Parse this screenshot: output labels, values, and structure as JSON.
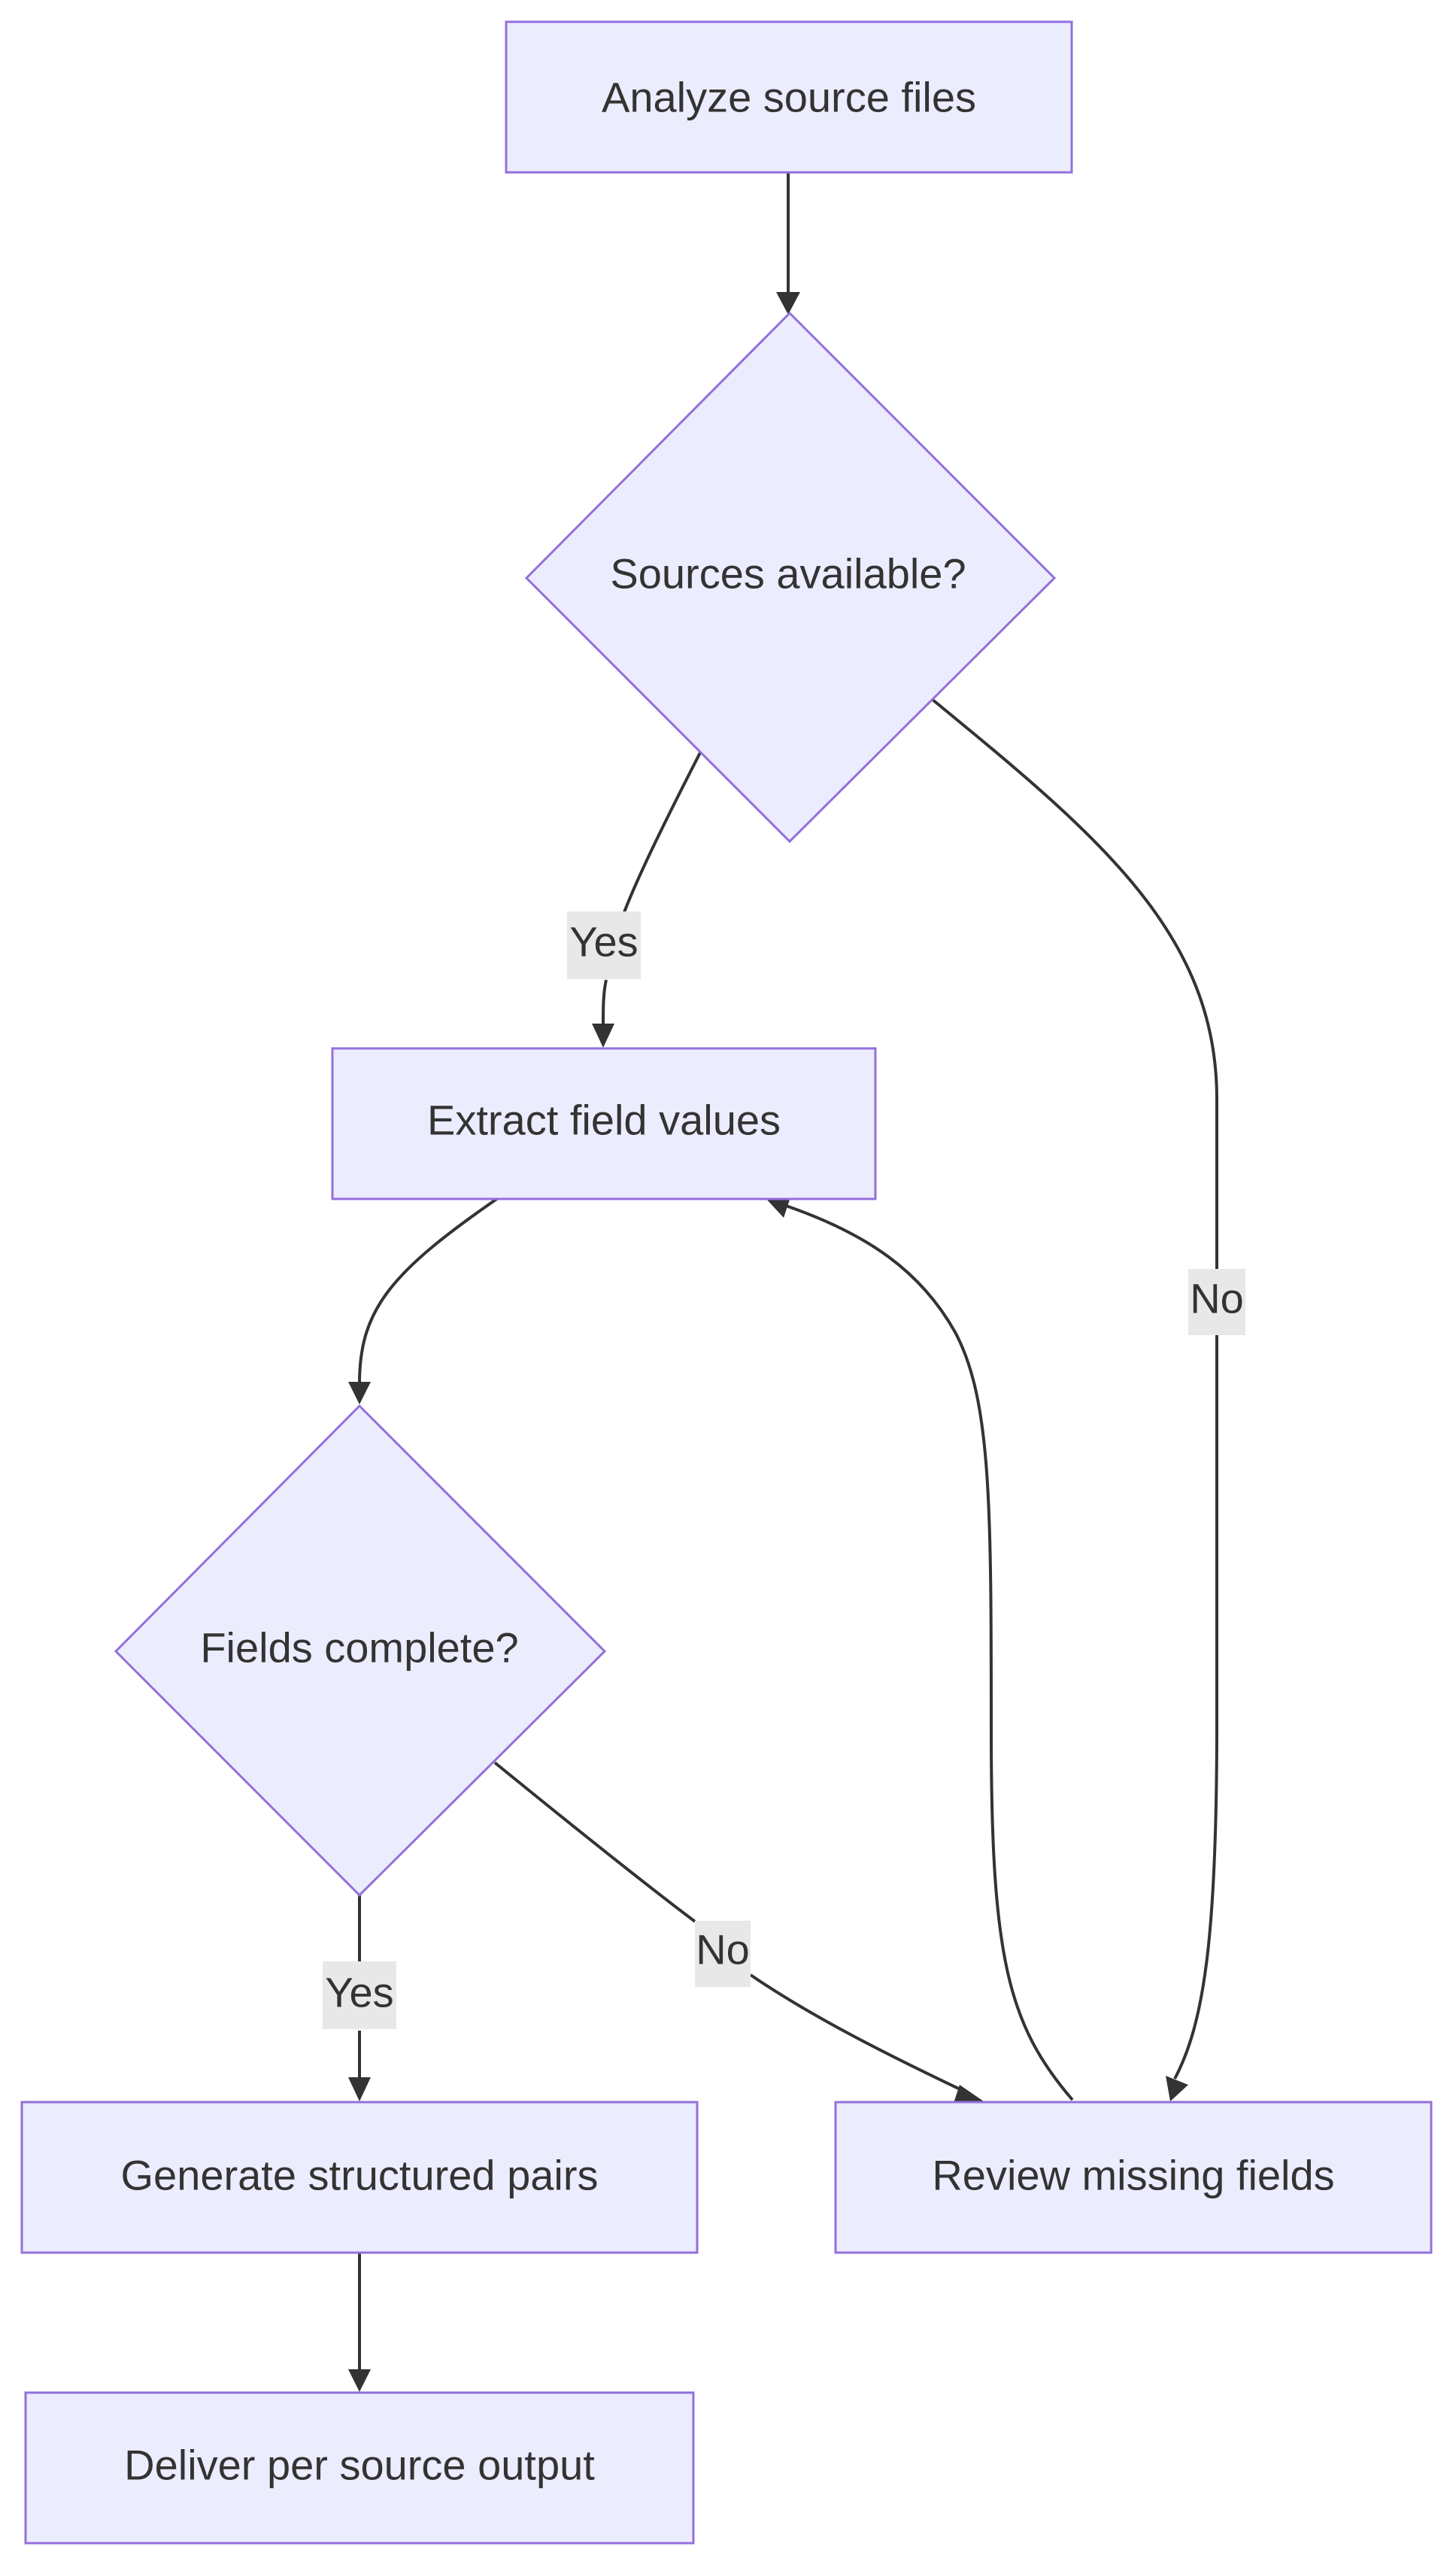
{
  "diagram": {
    "nodes": {
      "analyze": "Analyze source files",
      "sources_available": "Sources available?",
      "extract": "Extract field values",
      "fields_complete": "Fields complete?",
      "generate": "Generate structured pairs",
      "review": "Review missing fields",
      "deliver": "Deliver per source output"
    },
    "edge_labels": {
      "sources_yes": "Yes",
      "sources_no": "No",
      "fields_yes": "Yes",
      "fields_no": "No"
    }
  },
  "colors": {
    "node_fill": "#ECECFF",
    "node_stroke": "#9370DB",
    "edge": "#333333",
    "label_bg": "#E8E8E8",
    "text": "#333333"
  }
}
